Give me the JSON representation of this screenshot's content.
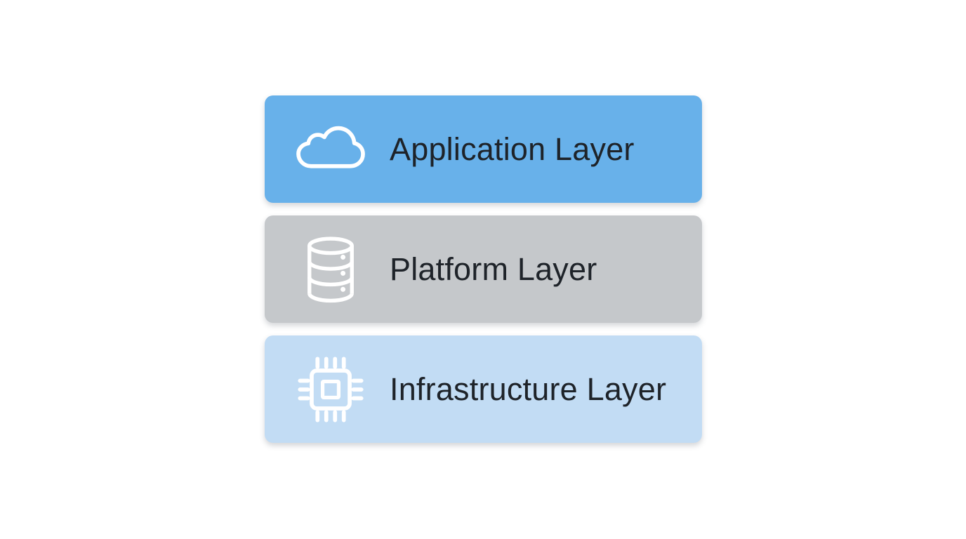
{
  "diagram": {
    "name": "cloud-stack-architecture",
    "background": "#ffffff",
    "text_color": "#1e2329",
    "icon_color": "#ffffff",
    "layers": [
      {
        "label": "Application Layer",
        "icon": "cloud-icon",
        "bg": "#68b1ea"
      },
      {
        "label": "Platform Layer",
        "icon": "database-icon",
        "bg": "#c5c8cb"
      },
      {
        "label": "Infrastructure Layer",
        "icon": "chip-icon",
        "bg": "#c2dcf4"
      }
    ]
  }
}
